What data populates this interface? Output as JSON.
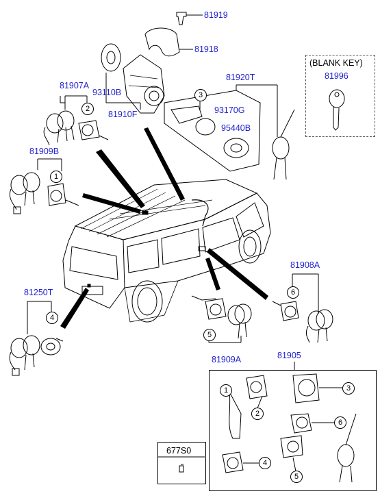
{
  "parts": {
    "p81919": "81919",
    "p81918": "81918",
    "p93110B": "93110B",
    "p81910F": "81910F",
    "p81907A": "81907A",
    "p81920T": "81920T",
    "p93170G": "93170G",
    "p95440B": "95440B",
    "p81909B": "81909B",
    "p81908A": "81908A",
    "p81250T": "81250T",
    "p81909A": "81909A",
    "p81905": "81905",
    "p81996": "81996",
    "p677S0": "677S0"
  },
  "labels": {
    "blank_key": "(BLANK KEY)"
  },
  "callouts": {
    "c1": "1",
    "c2": "2",
    "c3": "3",
    "c4": "4",
    "c5": "5",
    "c6": "6"
  },
  "colors": {
    "part_number": "#2222cc",
    "line": "#000000",
    "leader": "#000000"
  }
}
